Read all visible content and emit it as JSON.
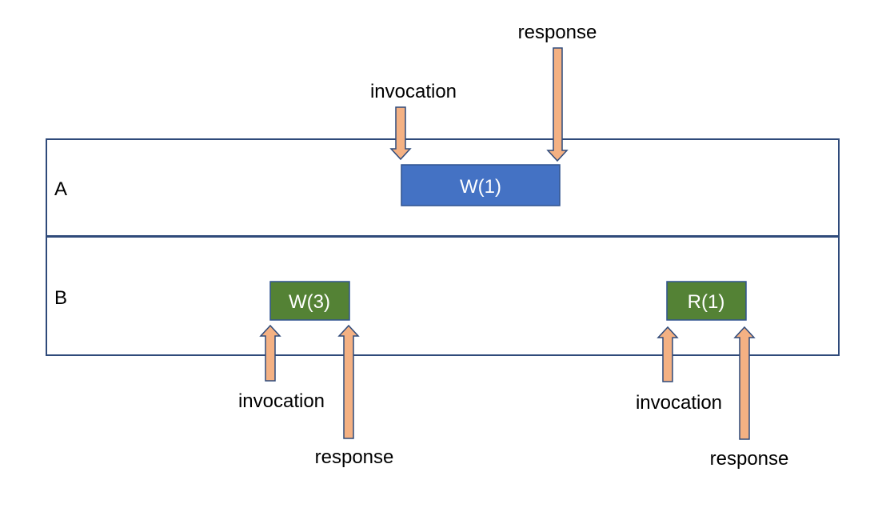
{
  "colors": {
    "lane_border": "#2f4a7a",
    "op_a_fill": "#4472c4",
    "op_b_fill": "#548235",
    "op_border": "#2f528f",
    "arrow_fill": "#f4b183",
    "arrow_stroke": "#2f4a7a"
  },
  "lanes": [
    {
      "label": "A"
    },
    {
      "label": "B"
    }
  ],
  "operations": [
    {
      "label": "W(1)",
      "lane": "A"
    },
    {
      "label": "W(3)",
      "lane": "B"
    },
    {
      "label": "R(1)",
      "lane": "B"
    }
  ],
  "arrows": [
    {
      "label": "invocation",
      "operation": "W(1)",
      "direction": "down"
    },
    {
      "label": "response",
      "operation": "W(1)",
      "direction": "down"
    },
    {
      "label": "invocation",
      "operation": "W(3)",
      "direction": "up"
    },
    {
      "label": "response",
      "operation": "W(3)",
      "direction": "up"
    },
    {
      "label": "invocation",
      "operation": "R(1)",
      "direction": "up"
    },
    {
      "label": "response",
      "operation": "R(1)",
      "direction": "up"
    }
  ]
}
